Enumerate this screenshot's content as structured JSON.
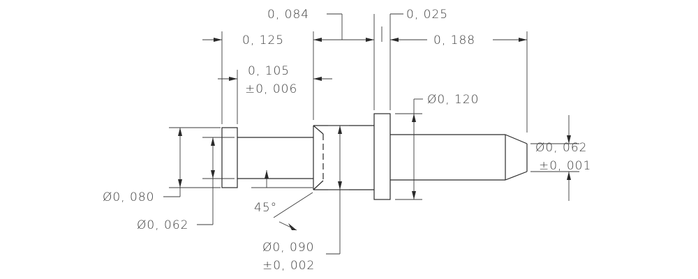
{
  "dimensions": {
    "len_a": "0, 125",
    "len_b": "0, 084",
    "len_c": "0, 025",
    "len_d": "0, 188",
    "head_len": "0, 105",
    "head_len_tol": "±0, 006",
    "dia_collar": "Ø0, 120",
    "dia_head": "Ø0, 080",
    "dia_shank": "Ø0, 062",
    "dia_body": "Ø0, 090",
    "dia_body_tol": "±0, 002",
    "dia_tip": "Ø0, 062",
    "dia_tip_tol": "±0, 001",
    "chamfer_angle": "45°"
  }
}
